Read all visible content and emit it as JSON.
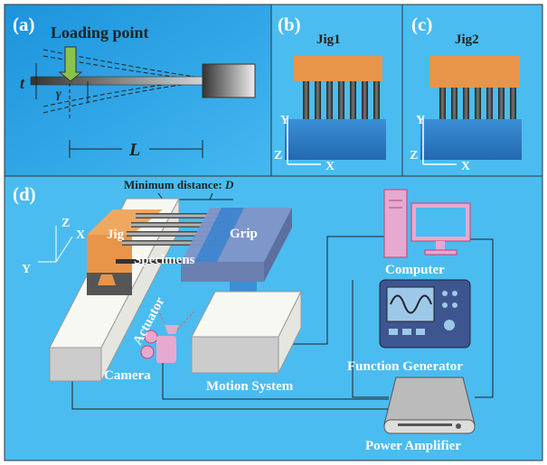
{
  "panels": {
    "a": {
      "label": "(a)",
      "loading": "Loading point",
      "t": "t",
      "gamma": "γ",
      "L": "L"
    },
    "b": {
      "label": "(b)",
      "title": "Jig1",
      "axis_y": "Y",
      "axis_z": "Z",
      "axis_x": "X"
    },
    "c": {
      "label": "(c)",
      "title": "Jig2",
      "axis_y": "Y",
      "axis_z": "Z",
      "axis_x": "X"
    },
    "d": {
      "label": "(d)",
      "min_distance": "Minimum distance: ",
      "min_distance_symbol": "D",
      "axis_z": "Z",
      "axis_x": "X",
      "axis_y": "Y",
      "jig": "Jig",
      "grip": "Grip",
      "specimens": "Specimens",
      "actuator": "Actuator",
      "camera": "Camera",
      "motion_system": "Motion System",
      "computer": "Computer",
      "function_generator": "Function Generator",
      "power_amplifier": "Power Amplifier"
    }
  },
  "colors": {
    "background": "#4bbcf0",
    "panel_a": "#2a9fe0",
    "jig": "#e8954a",
    "grip": "#7f95c8",
    "camera": "#e6a9cf",
    "generator": "#3d5690"
  }
}
